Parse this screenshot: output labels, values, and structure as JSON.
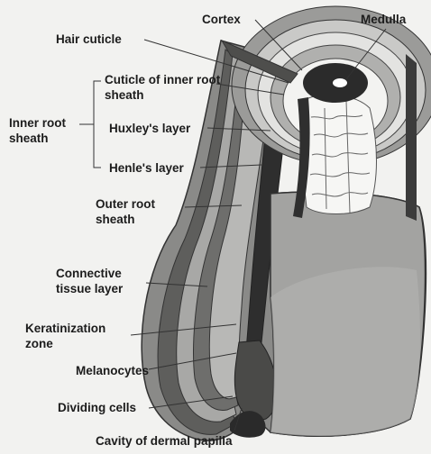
{
  "labels": {
    "cortex": "Cortex",
    "medulla": "Medulla",
    "hair_cuticle": "Hair cuticle",
    "cuticle_inner_root_sheath": "Cuticle of inner root sheath",
    "inner_root_sheath": "Inner root sheath",
    "huxleys_layer": "Huxley's layer",
    "henles_layer": "Henle's layer",
    "outer_root_sheath": "Outer root sheath",
    "connective_tissue_layer": "Connective tissue layer",
    "keratinization_zone": "Keratinization zone",
    "melanocytes": "Melanocytes",
    "dividing_cells": "Dividing cells",
    "cavity_dermal_papilla": "Cavity of dermal papilla"
  },
  "colors": {
    "background": "#f2f2f0",
    "hair_shaft": "#3a3a3a",
    "dermal_papilla": "#9a9a98",
    "outer_wall": "#7a7a78",
    "label_text": "#1c1c1c"
  }
}
